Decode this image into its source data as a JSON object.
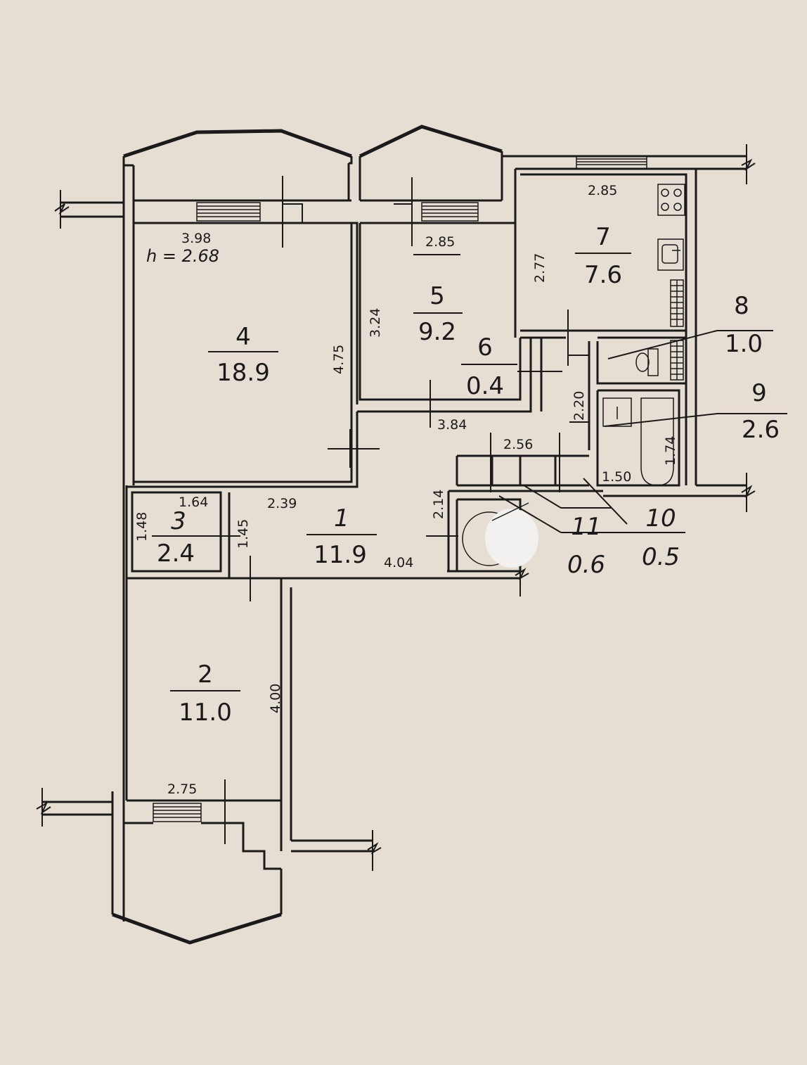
{
  "plan": {
    "ceiling_height": "h = 2.68",
    "rooms": [
      {
        "id": "r1",
        "number": "1",
        "area": "11.9"
      },
      {
        "id": "r2",
        "number": "2",
        "area": "11.0"
      },
      {
        "id": "r3",
        "number": "3",
        "area": "2.4"
      },
      {
        "id": "r4",
        "number": "4",
        "area": "18.9"
      },
      {
        "id": "r5",
        "number": "5",
        "area": "9.2"
      },
      {
        "id": "r6",
        "number": "6",
        "area": "0.4"
      },
      {
        "id": "r7",
        "number": "7",
        "area": "7.6"
      },
      {
        "id": "r8",
        "number": "8",
        "area": "1.0"
      },
      {
        "id": "r9",
        "number": "9",
        "area": "2.6"
      },
      {
        "id": "r10",
        "number": "10",
        "area": "0.5"
      },
      {
        "id": "r11",
        "number": "11",
        "area": "0.6"
      }
    ],
    "dimensions": {
      "d_398": "3.98",
      "d_285_top": "2.85",
      "d_285_kitchen": "2.85",
      "d_277": "2.77",
      "d_475": "4.75",
      "d_324": "3.24",
      "d_384": "3.84",
      "d_256": "2.56",
      "d_220": "2.20",
      "d_174": "1.74",
      "d_150": "1.50",
      "d_214": "2.14",
      "d_164": "1.64",
      "d_148": "1.48",
      "d_145": "1.45",
      "d_239": "2.39",
      "d_404": "4.04",
      "d_400": "4.00",
      "d_275": "2.75"
    }
  }
}
